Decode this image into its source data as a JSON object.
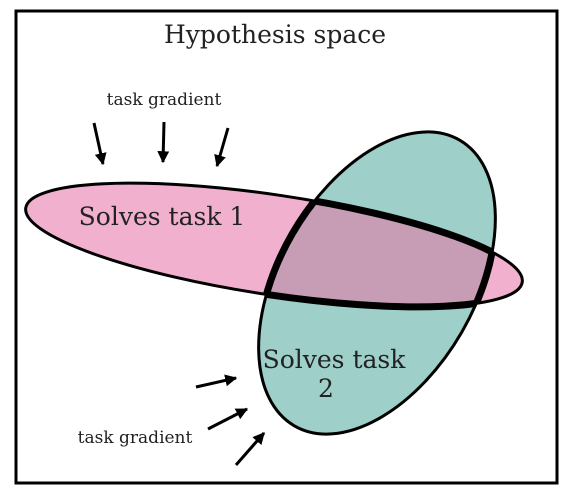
{
  "diagram": {
    "title": "Hypothesis space",
    "task1": {
      "label": "Solves task 1",
      "color": "#f2b0cf"
    },
    "task2": {
      "label_line1": "Solves task",
      "label_line2": "2",
      "color": "#9ecfc9"
    },
    "overlap": {
      "color": "#c79db6"
    },
    "gradient_top": {
      "label": "task gradient",
      "arrow_count": 3
    },
    "gradient_bottom": {
      "label": "task gradient",
      "arrow_count": 3
    },
    "stroke_color": "#000000"
  }
}
